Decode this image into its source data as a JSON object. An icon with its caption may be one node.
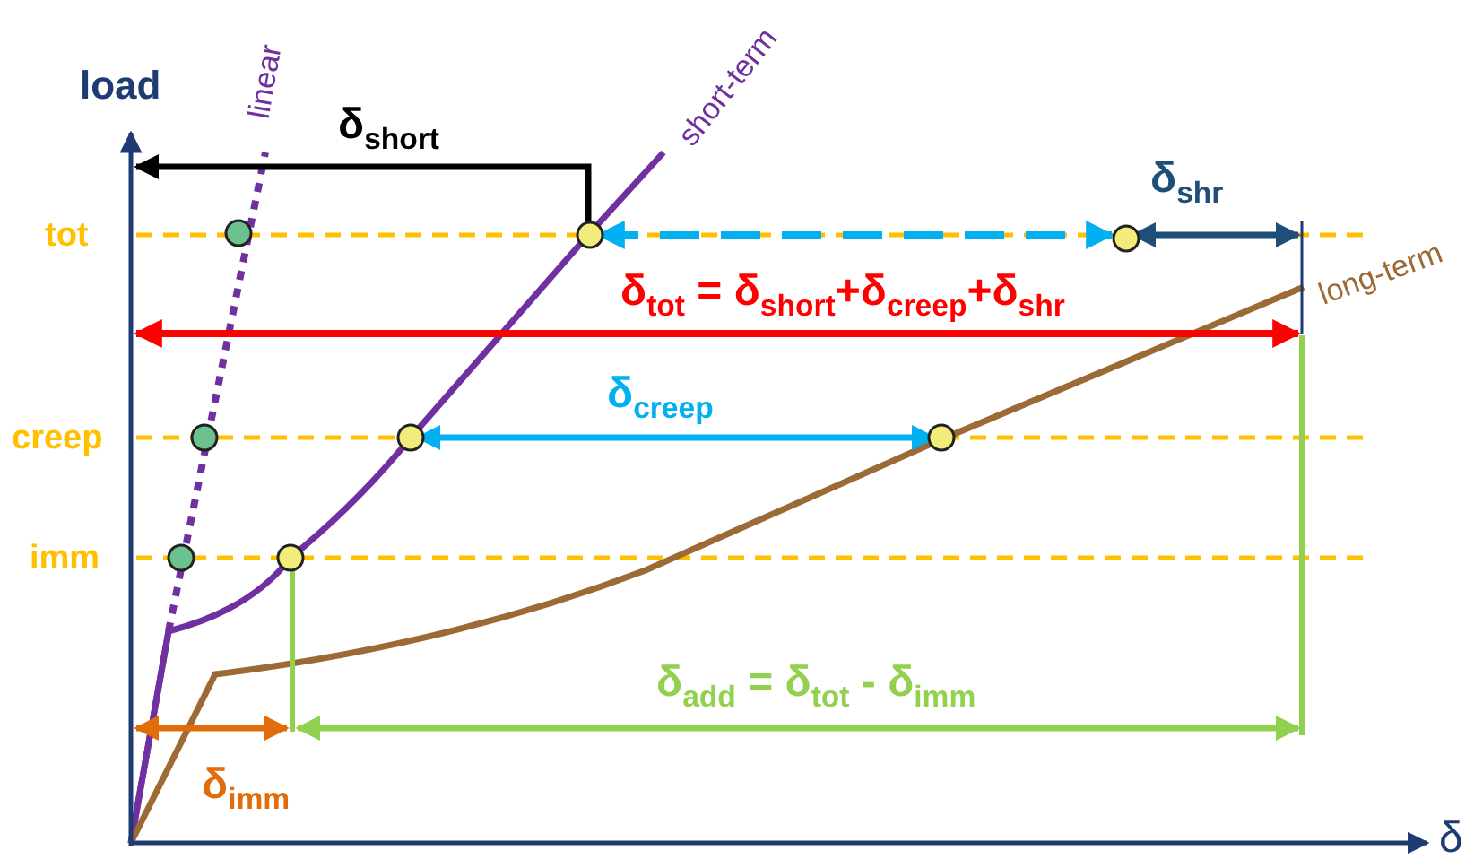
{
  "diagram": {
    "labels": [
      "load",
      "linear",
      "short-term",
      "long-term",
      "tot",
      "creep",
      "imm",
      "δ$_{short}$",
      "δ$_{shr}$",
      "δ$_{tot}$ = δ$_{short}$+δ$_{creep}$+δ$_{shr}$",
      "δ$_{creep}$",
      "δ$_{add}$ = δ$_{tot}$ - δ$_{imm}$",
      "δ$_{imm}$",
      "δ"
    ]
  }
}
